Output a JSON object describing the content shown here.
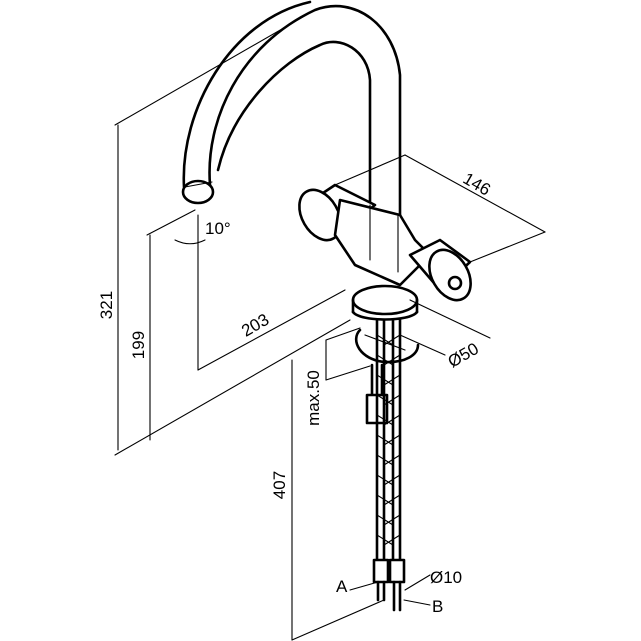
{
  "dimensions": {
    "overall_height": "321",
    "spout_height": "199",
    "spout_reach": "203",
    "body_width": "146",
    "spout_angle": "10°",
    "mounting_hole": "Ø50",
    "max_deck_thickness": "max.50",
    "hose_length": "407",
    "hose_diameter": "Ø10"
  },
  "connections": {
    "label_a": "A",
    "label_b": "B"
  }
}
